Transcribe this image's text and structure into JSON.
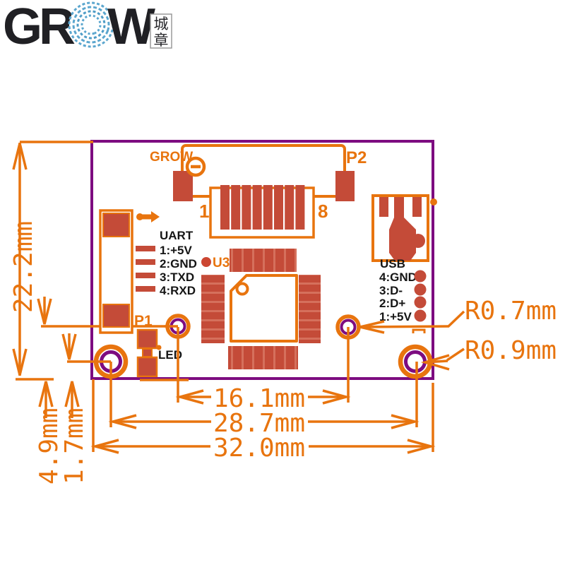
{
  "logo": {
    "brand_left": "GR",
    "brand_right": "W",
    "o_icon": "fingerprint",
    "seal_top": "城",
    "seal_bottom": "章"
  },
  "silkscreen": {
    "brand": "GROW",
    "p2": "P2",
    "pin_first": "1",
    "pin_last": "8",
    "p1": "P1",
    "u3": "U3"
  },
  "uart": {
    "title": "UART",
    "pins": [
      "1:+5V",
      "2:GND",
      "3:TXD",
      "4:RXD"
    ]
  },
  "usb": {
    "title": "USB",
    "pins": [
      "4:GND",
      "3:D-",
      "2:D+",
      "1:+5V"
    ]
  },
  "led": {
    "label": "LED"
  },
  "dimensions": {
    "board_height": "22.2mm",
    "small_hole_pitch": "16.1mm",
    "corner_hole_pitch": "28.7mm",
    "board_width": "32.0mm",
    "small_hole_offset": "4.9mm",
    "corner_hole_offset": "1.7mm",
    "small_hole_radius": "R0.7mm",
    "corner_hole_radius": "R0.9mm"
  },
  "colors": {
    "dimension_orange": "#E8740E",
    "board_purple": "#7D0C80",
    "pad_red": "#C44B38",
    "logo_blue": "#5BA6CE",
    "text_black": "#151515"
  }
}
